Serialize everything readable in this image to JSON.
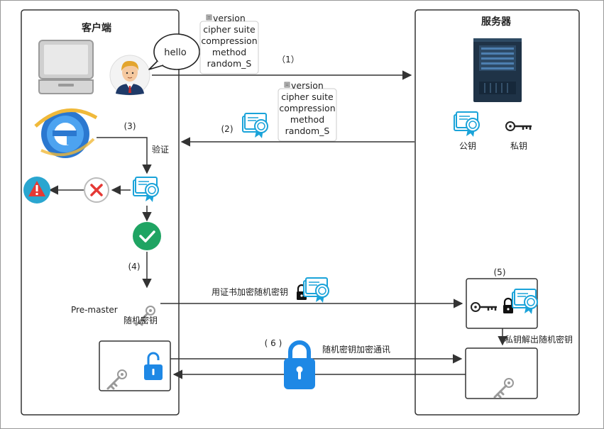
{
  "client": {
    "title": "客户端"
  },
  "server": {
    "title": "服务器",
    "public_key_label": "公钥",
    "private_key_label": "私钥"
  },
  "bubble": {
    "text": "hello"
  },
  "hello_params_1": [
    "version",
    "cipher suite",
    "compression",
    "method",
    "random_S"
  ],
  "hello_params_2": [
    "version",
    "cipher suite",
    "compression",
    "method",
    "random_S"
  ],
  "steps": {
    "s1": "（1）",
    "s2": "(2)",
    "s3": "(3)",
    "s4": "(4)",
    "s5": "(5)",
    "s6": "( 6 )"
  },
  "labels": {
    "verify": "验证",
    "premaster_line1": "Pre-master",
    "premaster_line2": "随机密钥",
    "encrypt_with_cert": "用证书加密随机密钥",
    "decrypt_with_private": "私钥解出随机密钥",
    "encrypted_comm": "随机密钥加密通讯"
  },
  "icons": {
    "laptop": "laptop-icon",
    "user": "user-avatar-icon",
    "browser": "browser-icon",
    "server": "server-rack-icon",
    "certificate": "certificate-icon",
    "key": "key-icon",
    "lock": "lock-icon",
    "unlock": "unlock-icon",
    "warning": "warning-icon",
    "fail": "fail-x-icon",
    "success": "success-check-icon"
  },
  "colors": {
    "cert_blue": "#1aa3d9",
    "lock_blue": "#1e88e5",
    "success_green": "#1fa463",
    "fail_red": "#e53935",
    "warn_bg": "#2aa6d0"
  }
}
